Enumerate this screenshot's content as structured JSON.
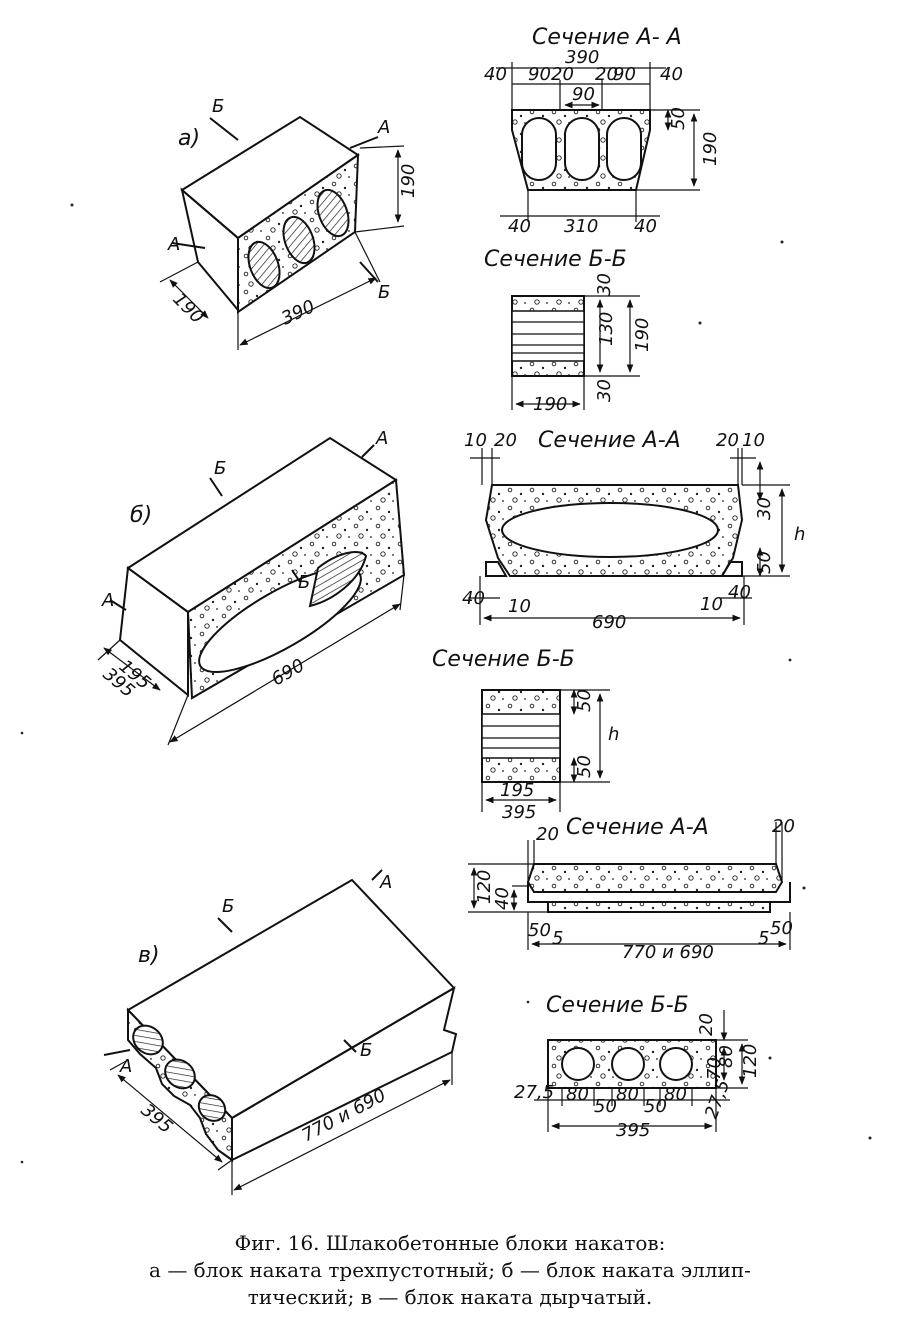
{
  "figure": {
    "a": {
      "letter": "а)",
      "iso": {
        "cut_a": "А",
        "cut_a2": "А",
        "cut_b": "Б",
        "cut_b2": "Б",
        "h": "190",
        "w": "190",
        "l": "390"
      },
      "sec_aa": {
        "title": "Сечение А- А",
        "d_40l": "40",
        "d_90a": "90",
        "d_20a": "20",
        "d_390": "390",
        "d_20b": "20",
        "d_90b": "90",
        "d_40r": "40",
        "d_90c": "90",
        "d_50": "50",
        "d_190": "190",
        "d_40bl": "40",
        "d_310": "310",
        "d_40br": "40"
      },
      "sec_bb": {
        "title": "Сечение Б-Б",
        "d_30t": "30",
        "d_130": "130",
        "d_190v": "190",
        "d_30b": "30",
        "d_190h": "190"
      }
    },
    "b": {
      "letter": "б)",
      "iso": {
        "cut_a": "А",
        "cut_a2": "А",
        "cut_b": "Б",
        "cut_b2": "Б",
        "d_195": "195",
        "d_395": "395",
        "d_690": "690"
      },
      "sec_aa": {
        "title": "Сечение А-А",
        "d_10l": "10",
        "d_20l": "20",
        "d_20r": "20",
        "d_10r": "10",
        "d_30": "30",
        "d_h": "h",
        "d_50": "50",
        "d_40l": "40",
        "d_10bl": "10",
        "d_690": "690",
        "d_10br": "10",
        "d_40r": "40"
      },
      "sec_bb": {
        "title": "Сечение Б-Б",
        "d_50t": "50",
        "d_h": "h",
        "d_50b": "50",
        "d_195": "195",
        "d_395": "395"
      }
    },
    "c": {
      "letter": "в)",
      "iso": {
        "cut_a": "А",
        "cut_a2": "А",
        "cut_b": "Б",
        "cut_b2": "Б",
        "d_395": "395",
        "d_770": "770 и 690"
      },
      "sec_aa": {
        "title": "Сечение А-А",
        "d_20l": "20",
        "d_20r": "20",
        "d_120": "120",
        "d_40": "40",
        "d_50l": "50",
        "d_5l": "5",
        "d_770": "770 и 690",
        "d_5r": "5",
        "d_50r": "50"
      },
      "sec_bb": {
        "title": "Сечение Б-Б",
        "d_20": "20",
        "d_80v": "80",
        "d_70": "70",
        "d_120": "120",
        "d_275l": "27,5",
        "d_80a": "80",
        "d_50a": "50",
        "d_80b": "80",
        "d_50b": "50",
        "d_80c": "80",
        "d_275r": "27,5",
        "d_395": "395"
      }
    }
  },
  "caption": {
    "line1": "Фиг. 16. Шлакобетонные блоки накатов:",
    "line2": "а — блок наката трехпустотный; б — блок наката эллип-",
    "line3": "тический; в — блок наката дырчатый."
  }
}
